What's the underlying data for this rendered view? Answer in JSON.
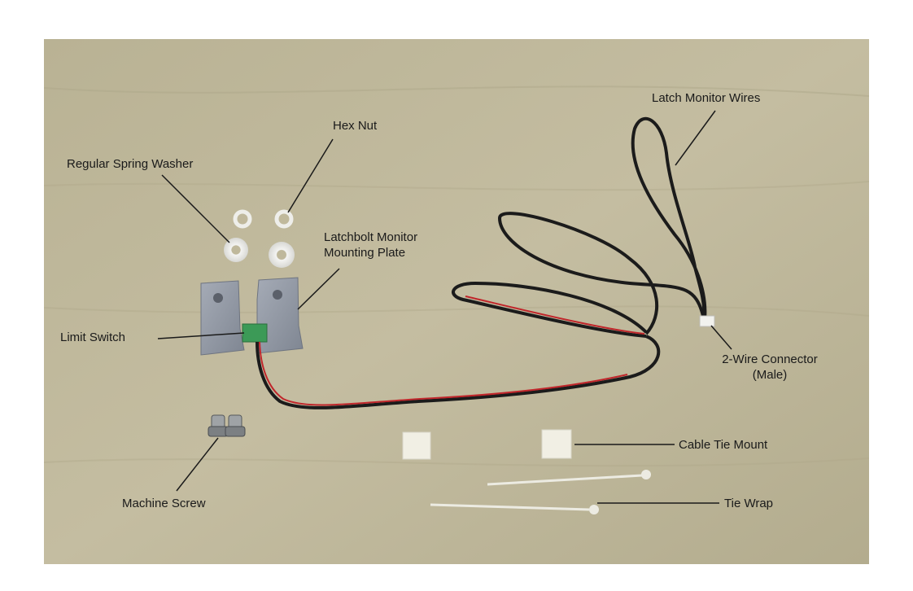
{
  "labels": {
    "hex_nut": "Hex Nut",
    "regular_spring_washer": "Regular Spring Washer",
    "latchbolt_line1": "Latchbolt Monitor",
    "latchbolt_line2": "Mounting Plate",
    "limit_switch": "Limit Switch",
    "machine_screw": "Machine Screw",
    "latch_monitor_wires": "Latch Monitor Wires",
    "connector_line1": "2-Wire Connector",
    "connector_line2": "(Male)",
    "cable_tie_mount": "Cable Tie Mount",
    "tie_wrap": "Tie Wrap"
  },
  "colors": {
    "background_wood": "#bfb89b",
    "wire_black": "#1b1b1b",
    "wire_red": "#c0262b",
    "plate_metal": "#8f96a3",
    "switch_green": "#3c9a57"
  }
}
